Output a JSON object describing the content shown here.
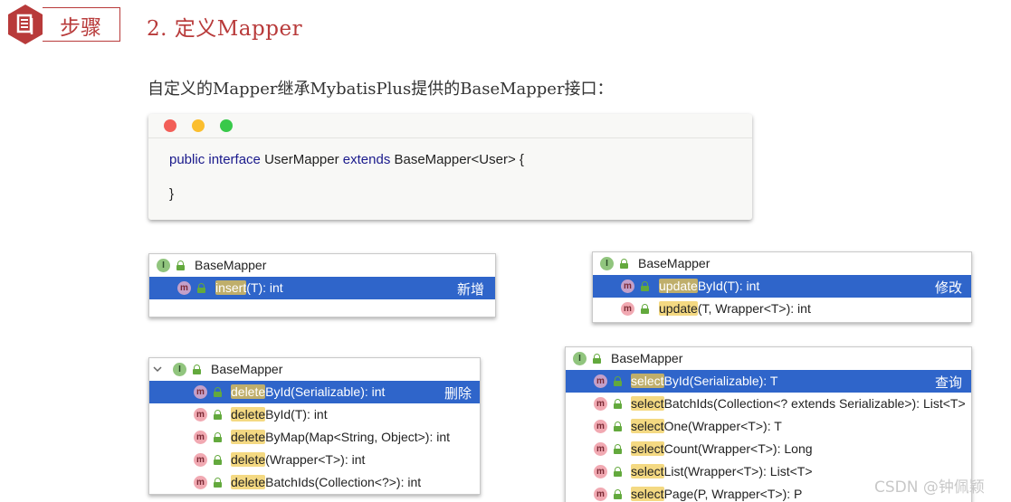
{
  "header": {
    "step_label": "步骤",
    "title": "2.  定义Mapper"
  },
  "description": "自定义的Mapper继承MybatisPlus提供的BaseMapper接口：",
  "code": {
    "line1_kw1": "public interface",
    "line1_name": " UserMapper ",
    "line1_kw2": "extends",
    "line1_rest": " BaseMapper<User> {",
    "line2": "}"
  },
  "popups": {
    "insert": {
      "header": "BaseMapper",
      "rows": [
        {
          "hl": "insert",
          "rest": "(T): int",
          "tag": "新增"
        }
      ]
    },
    "update": {
      "header": "BaseMapper",
      "rows": [
        {
          "hl": "update",
          "rest": "ById(T): int",
          "tag": "修改"
        },
        {
          "hl": "update",
          "rest": "(T, Wrapper<T>): int"
        }
      ]
    },
    "delete": {
      "header": "BaseMapper",
      "rows": [
        {
          "hl": "delete",
          "rest": "ById(Serializable): int",
          "tag": "删除"
        },
        {
          "hl": "delete",
          "rest": "ById(T): int"
        },
        {
          "hl": "delete",
          "rest": "ByMap(Map<String, Object>): int"
        },
        {
          "hl": "delete",
          "rest": "(Wrapper<T>): int"
        },
        {
          "hl": "delete",
          "rest": "BatchIds(Collection<?>): int"
        }
      ]
    },
    "select": {
      "header": "BaseMapper",
      "rows": [
        {
          "hl": "select",
          "rest": "ById(Serializable): T",
          "tag": "查询"
        },
        {
          "hl": "select",
          "rest": "BatchIds(Collection<? extends Serializable>): List<T>"
        },
        {
          "hl": "select",
          "rest": "One(Wrapper<T>): T"
        },
        {
          "hl": "select",
          "rest": "Count(Wrapper<T>): Long"
        },
        {
          "hl": "select",
          "rest": "List(Wrapper<T>): List<T>"
        },
        {
          "hl": "select",
          "rest": "Page(P, Wrapper<T>): P"
        }
      ]
    }
  },
  "icons": {
    "interface": "I",
    "method": "m"
  },
  "watermark": "CSDN @钟佩颖"
}
